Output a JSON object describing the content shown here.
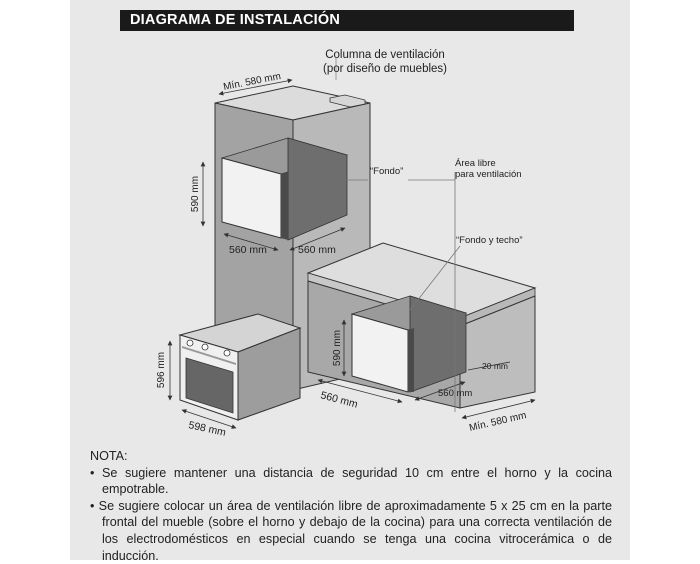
{
  "header": {
    "title": "DIAGRAMA DE INSTALACIÓN"
  },
  "labels": {
    "column_title_1": "Columna de ventilación",
    "column_title_2": "(por diseño de muebles)",
    "min_580_top": "Mín. 580 mm",
    "fondo": "“Fondo”",
    "area_libre_1": "Área libre",
    "area_libre_2": "para ventilación",
    "dim_590_column": "590 mm",
    "dim_560_left": "560 mm",
    "dim_560_right": "560 mm",
    "fondo_y_techo": "“Fondo y techo”",
    "dim_590_counter": "590 mm",
    "dim_20": "20 mm",
    "dim_560_counter_left": "560 mm",
    "dim_560_counter_right": "560 mm",
    "min_580_bottom": "Mín. 580 mm",
    "dim_596": "596 mm",
    "dim_598": "598 mm"
  },
  "notes": {
    "heading": "NOTA:",
    "bullet_1": "• Se sugiere mantener una distancia de seguridad 10 cm entre el horno y la cocina empotrable.",
    "bullet_2": "• Se sugiere colocar un área de ventilación libre de aproximadamente 5 x 25 cm en la parte frontal del mueble (sobre el horno y debajo de la cocina) para una correcta ventilación de los electrodomésticos en especial cuando se tenga una cocina vitrocerámica o de inducción."
  }
}
